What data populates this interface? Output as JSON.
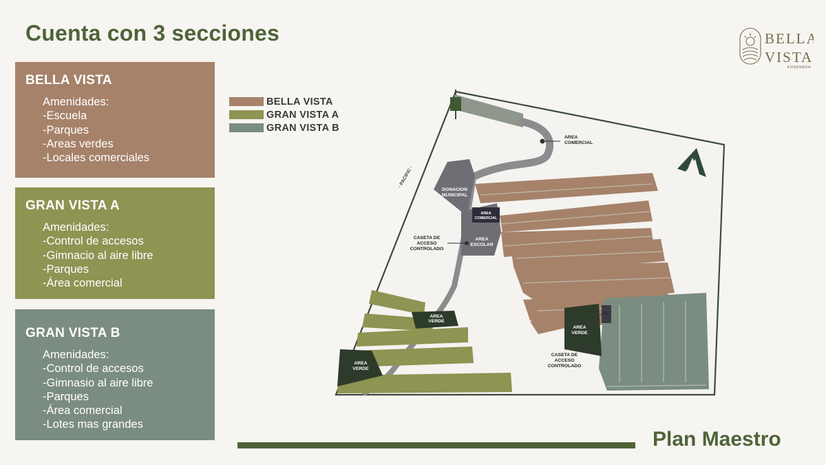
{
  "page": {
    "title": "Cuenta con 3 secciones",
    "footer_title": "Plan Maestro"
  },
  "colors": {
    "bella_vista": "#a6826a",
    "gran_vista_a": "#8e9452",
    "gran_vista_b": "#7b8c81",
    "accent_green": "#4f6339"
  },
  "logo": {
    "line1": "BELLA",
    "line2": "VISTA",
    "subtitle": "ENSENADA"
  },
  "sections": [
    {
      "name": "BELLA VISTA",
      "amenities_label": "Amenidades:",
      "items": [
        "-Escuela",
        "-Parques",
        "-Areas verdes",
        "-Locales comerciales"
      ]
    },
    {
      "name": "GRAN VISTA A",
      "amenities_label": "Amenidades:",
      "items": [
        "-Control de accesos",
        "-Gimnacio al aire libre",
        "-Parques",
        "-Área comercial"
      ]
    },
    {
      "name": "GRAN VISTA B",
      "amenities_label": "Amenidades:",
      "items": [
        "-Control de accesos",
        "-Gimnasio al aire libre",
        "-Parques",
        "-Área comercial",
        "-Lotes mas grandes"
      ]
    }
  ],
  "legend": [
    {
      "label": "BELLA VISTA"
    },
    {
      "label": "GRAN VISTA A"
    },
    {
      "label": "GRAN VISTA B"
    }
  ],
  "map_labels": {
    "area_comercial_top": [
      "AREA",
      "COMERCIAL"
    ],
    "donacion": [
      "DONACION",
      "MUNICIPAL"
    ],
    "area_comercial_small": [
      "AREA",
      "COMERCIAL"
    ],
    "caseta_1": [
      "CASETA DE",
      "ACCESO",
      "CONTROLADO"
    ],
    "area_escolar": [
      "AREA",
      "ESCOLAR"
    ],
    "area_verde_1": [
      "AREA",
      "VERDE"
    ],
    "area_verde_2": [
      "AREA",
      "VERDE"
    ],
    "area_verde_3": [
      "AREA",
      "VERDE"
    ],
    "caseta_2": [
      "CASETA DE",
      "ACCESO",
      "CONTROLADO"
    ]
  }
}
